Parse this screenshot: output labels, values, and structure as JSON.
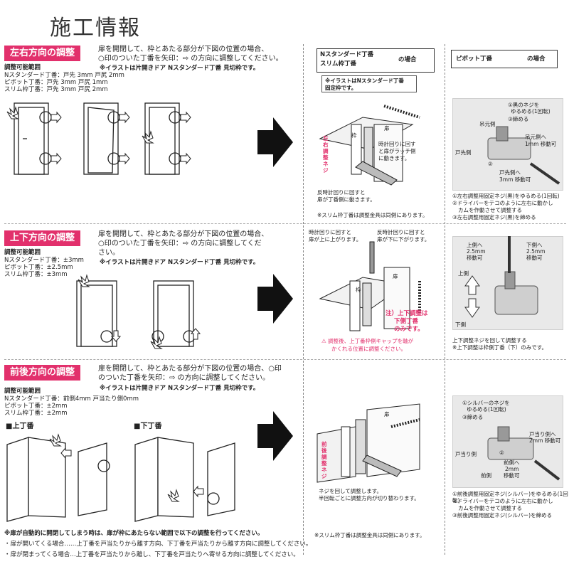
{
  "title": "施工情報",
  "sections": [
    {
      "badge": "左右方向の調整",
      "desc1": "扉を開閉して、枠とあたる部分が下図の位置の場合、",
      "desc2": "○印のついた丁番を矢印：⇨ の方向に調整してください。",
      "note": "※イラストは片開きドア Nスタンダード丁番 見切枠です。",
      "range_title": "調整可能範囲",
      "ranges": [
        "Nスタンダード丁番：戸先 3mm  戸尻 2mm",
        "ピボット丁番：戸先 3mm  戸尻 1mm",
        "スリム枠丁番：戸先 3mm  戸尻 2mm"
      ]
    },
    {
      "badge": "上下方向の調整",
      "desc1": "扉を開閉して、枠とあたる部分が下図の位置の場合、",
      "desc2": "○印のついた丁番を矢印：⇨ の方向に調整してくだ",
      "desc3": "さい。",
      "note": "※イラストは片開きドア Nスタンダード丁番 見切枠です。",
      "range_title": "調整可能範囲",
      "ranges": [
        "Nスタンダード丁番：±3mm",
        "ピボット丁番：±2.5mm",
        "スリム枠丁番：±3mm"
      ]
    },
    {
      "badge": "前後方向の調整",
      "desc1": "扉を開閉して、枠とあたる部分が下図の位置の場合、○印",
      "desc2": "のついた丁番を矢印：⇨ の方向に調整してください。",
      "note": "※イラストは片開きドア Nスタンダード丁番 見切枠です。",
      "range_title": "調整可能範囲",
      "ranges": [
        "Nスタンダード丁番：前側4mm  戸当たり側0mm",
        "ピボット丁番：±2mm",
        "スリム枠丁番：±2mm"
      ],
      "upper": "■上丁番",
      "lower": "■下丁番"
    }
  ],
  "col2": {
    "header1": "Nスタンダード丁番",
    "header2": "スリム枠丁番",
    "header_suffix": "の場合",
    "note1": "※イラストはNスタンダード丁番",
    "note2": "固定枠です。",
    "frame": "枠",
    "door": "扉",
    "vlabel1": "左右調整ネジ",
    "cw1": "時計回りに回す",
    "cw2": "と扉がラッチ側",
    "cw3": "に動きます。",
    "ccw1": "反時計回りに回すと",
    "ccw2": "扉が丁番側に動きます。",
    "slim1": "※スリム枠丁番は調整金具は同側にあります。",
    "ud_cw1": "時計回りに回すと",
    "ud_cw2": "扉が上に上がります。",
    "ud_ccw1": "反時計回りに回すと",
    "ud_ccw2": "扉が下に下がります。",
    "ud_note1": "注）上下調整は",
    "ud_note2": "下側丁番",
    "ud_note3": "のみです。",
    "ud_warn1": "⚠ 調整後、上丁番枠側キャップを軸が",
    "ud_warn2": "かくれる位置に調整ください。",
    "vlabel2": "前後調整ネジ",
    "fb1": "ネジを回して調整します。",
    "fb2": "半回転ごとに調整方向が切り替わります。",
    "slim2": "※スリム枠丁番は調整金具は同側にあります。"
  },
  "col3": {
    "header": "ピボット丁番",
    "header_suffix": "の場合",
    "a_s1": "①黒のネジを",
    "a_s1b": "ゆるめる(1回転)",
    "a_s3": "③締める",
    "a_hinge": "吊元側",
    "a_tip": "戸先側",
    "a_h1": "吊元側へ",
    "a_h1b": "1mm 移動可",
    "a_t1": "戸先側へ",
    "a_t1b": "3mm 移動可",
    "a_step2": "②",
    "a_n1": "①左右調整用固定ネジ(黒)をゆるめる(1回転)",
    "a_n2": "②ドライバーをテコのように左右に動かし",
    "a_n2b": "カムを作動させて調整する",
    "a_n3": "③左右調整用固定ネジ(黒)を締める",
    "b_up1": "上側へ",
    "b_up2": "2.5mm",
    "b_up3": "移動可",
    "b_dn1": "下側へ",
    "b_dn2": "2.5mm",
    "b_dn3": "移動可",
    "b_upper": "上側",
    "b_lower": "下側",
    "b_n1": "上下調整ネジを回して調整する",
    "b_n2": "※上下調整は枠側丁番（下）のみです。",
    "c_s1": "①シルバーのネジを",
    "c_s1b": "ゆるめる(1回転)",
    "c_s3": "③締める",
    "c_stop": "戸当り側",
    "c_stop2": "戸当り側へ",
    "c_stop3": "2mm 移動可",
    "c_front": "前側",
    "c_front2": "前側へ",
    "c_front3": "2mm",
    "c_front4": "移動可",
    "c_step2": "②",
    "c_n1": "①前後調整用固定ネジ(シルバー)をゆるめる(1回転)",
    "c_n2": "②ドライバーをテコのように左右に動かし",
    "c_n2b": "カムを作動させて調整する",
    "c_n3": "③前後調整用固定ネジ(シルバー)を締める"
  },
  "footer": {
    "n1": "※扉が自動的に開閉してしまう時は、扉が枠にあたらない範囲で以下の調整を行ってください。",
    "n2": "・扉が開いてくる場合……上丁番を戸当たりから離す方向、下丁番を戸当たりから離す方向に調整してください。",
    "n3": "・扉が閉まってくる場合…上丁番を戸当たりから離し、下丁番を戸当たりへ寄せる方向に調整してください。"
  },
  "colors": {
    "accent": "#e2306c",
    "ink": "#222222",
    "gray": "#e9e9e9"
  }
}
